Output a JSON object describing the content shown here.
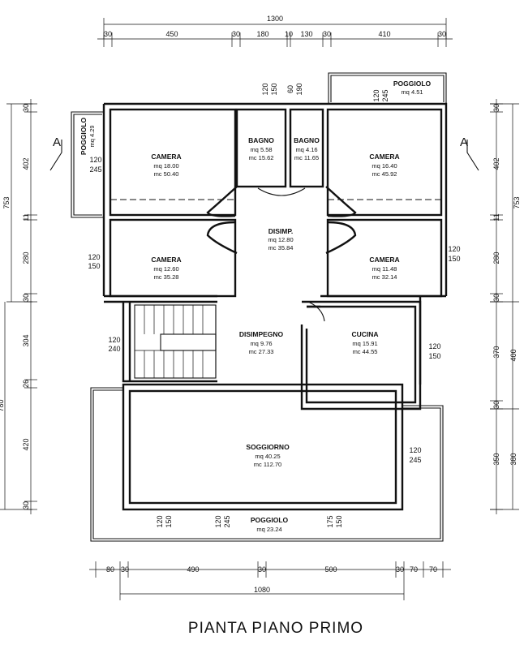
{
  "title": "PIANTA PIANO PRIMO",
  "section_marker": "A",
  "dimensions": {
    "top_total": "1300",
    "top_segments": [
      "30",
      "450",
      "30",
      "180",
      "10",
      "130",
      "30",
      "410",
      "30"
    ],
    "bottom_total": "1080",
    "bottom_segments": [
      "80",
      "30",
      "490",
      "30",
      "500",
      "30",
      "70",
      "70"
    ],
    "left_outer_upper": "753",
    "left_outer_lower": "780",
    "left_segments": [
      "30",
      "402",
      "11",
      "280",
      "30",
      "304",
      "26",
      "420",
      "30"
    ],
    "right_outer_upper": "753",
    "right_inner_lower": "400",
    "right_outer_lower": "380",
    "right_segments": [
      "30",
      "402",
      "11",
      "280",
      "30",
      "370",
      "30",
      "350"
    ]
  },
  "rooms": [
    {
      "name": "CAMERA",
      "mq": "mq  18.00",
      "mc": "mc  50.40"
    },
    {
      "name": "BAGNO",
      "mq": "mq  5.58",
      "mc": "mc  15.62"
    },
    {
      "name": "BAGNO",
      "mq": "mq  4.16",
      "mc": "mc  11.65"
    },
    {
      "name": "CAMERA",
      "mq": "mq  16.40",
      "mc": "mc  45.92"
    },
    {
      "name": "DISIMP.",
      "mq": "mq  12.80",
      "mc": "mc  35.84"
    },
    {
      "name": "CAMERA",
      "mq": "mq  12.60",
      "mc": "mc  35.28"
    },
    {
      "name": "CAMERA",
      "mq": "mq  11.48",
      "mc": "mc  32.14"
    },
    {
      "name": "DISIMPEGNO",
      "mq": "mq  9.76",
      "mc": "mc  27.33"
    },
    {
      "name": "CUCINA",
      "mq": "mq  15.91",
      "mc": "mc  44.55"
    },
    {
      "name": "SOGGIORNO",
      "mq": "mq  40.25",
      "mc": "mc  112.70"
    }
  ],
  "balconies": [
    {
      "name": "POGGIOLO",
      "area": "mq  4.51"
    },
    {
      "name": "POGGIOLO",
      "area": "mq  4.29"
    },
    {
      "name": "POGGIOLO",
      "area": "mq  23.24"
    }
  ],
  "openings": [
    [
      "120",
      "150"
    ],
    [
      "60",
      "190"
    ],
    [
      "120",
      "245"
    ],
    [
      "120",
      "245"
    ],
    [
      "120",
      "150"
    ],
    [
      "120",
      "150"
    ],
    [
      "120",
      "240"
    ],
    [
      "120",
      "150"
    ],
    [
      "120",
      "245"
    ],
    [
      "120",
      "150"
    ],
    [
      "120",
      "245"
    ],
    [
      "175",
      "150"
    ]
  ]
}
